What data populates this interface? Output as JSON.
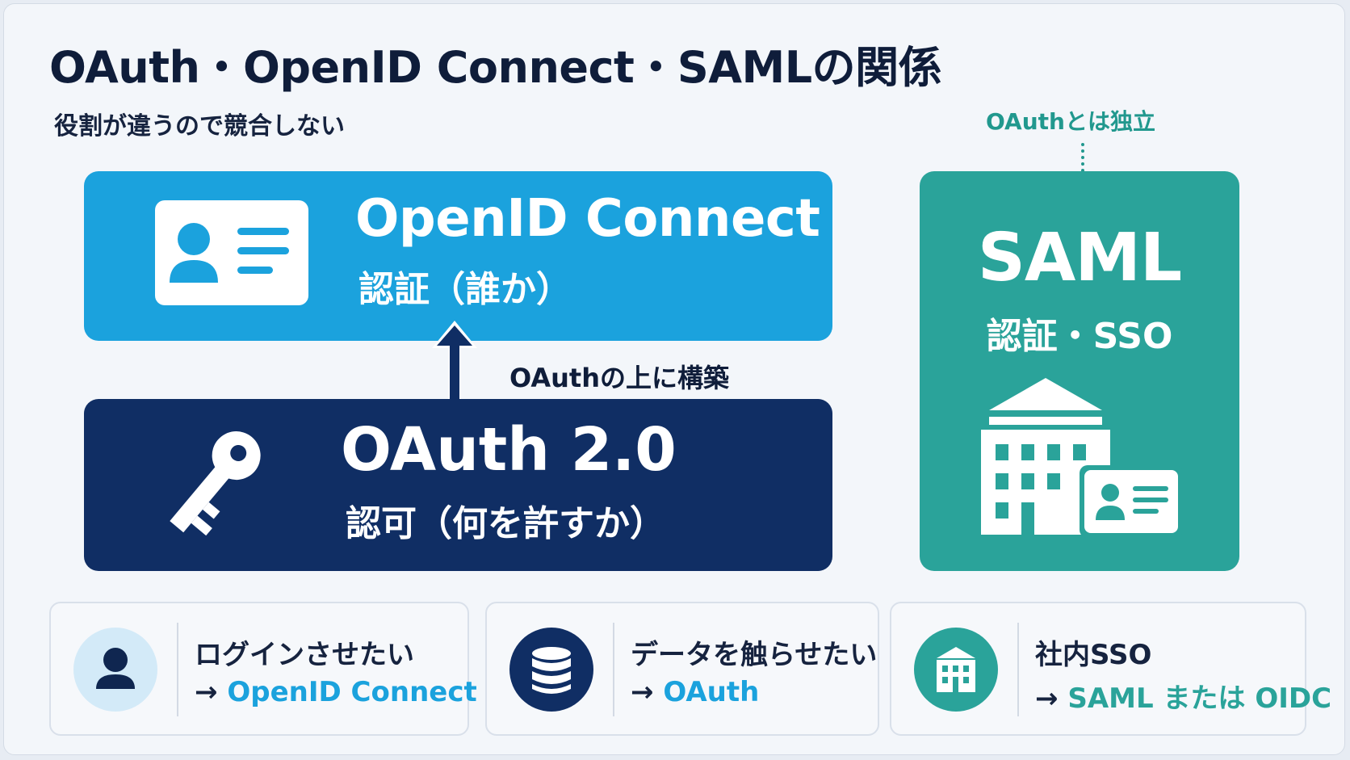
{
  "title": "OAuth・OpenID Connect・SAMLの関係",
  "subtitle": "役割が違うので競合しない",
  "colors": {
    "navy": "#102e64",
    "sky": "#1ba2dd",
    "teal": "#2aa39a",
    "text_dark": "#16233f"
  },
  "oidc": {
    "name": "OpenID Connect",
    "role": "認証（誰か）",
    "icon": "id-card-icon"
  },
  "oauth": {
    "name": "OAuth 2.0",
    "role": "認可（何を許すか）",
    "icon": "key-icon"
  },
  "relation": {
    "arrow_label": "OAuthの上に構築",
    "icon": "arrow-up-icon"
  },
  "saml": {
    "tag": "OAuthとは独立",
    "name": "SAML",
    "role": "認証・SSO",
    "icon": "building-with-id-card-icon"
  },
  "use_cases": [
    {
      "need": "ログインさせたい",
      "arrow": "→",
      "answer": "OpenID Connect",
      "icon": "user-icon",
      "answer_color": "#1ba2dd"
    },
    {
      "need": "データを触らせたい",
      "arrow": "→",
      "answer": "OAuth",
      "icon": "database-icon",
      "answer_color": "#1ba2dd"
    },
    {
      "need": "社内SSO",
      "arrow": "→",
      "answer": "SAML または OIDC",
      "icon": "building-icon",
      "answer_color": "#2aa39a"
    }
  ]
}
